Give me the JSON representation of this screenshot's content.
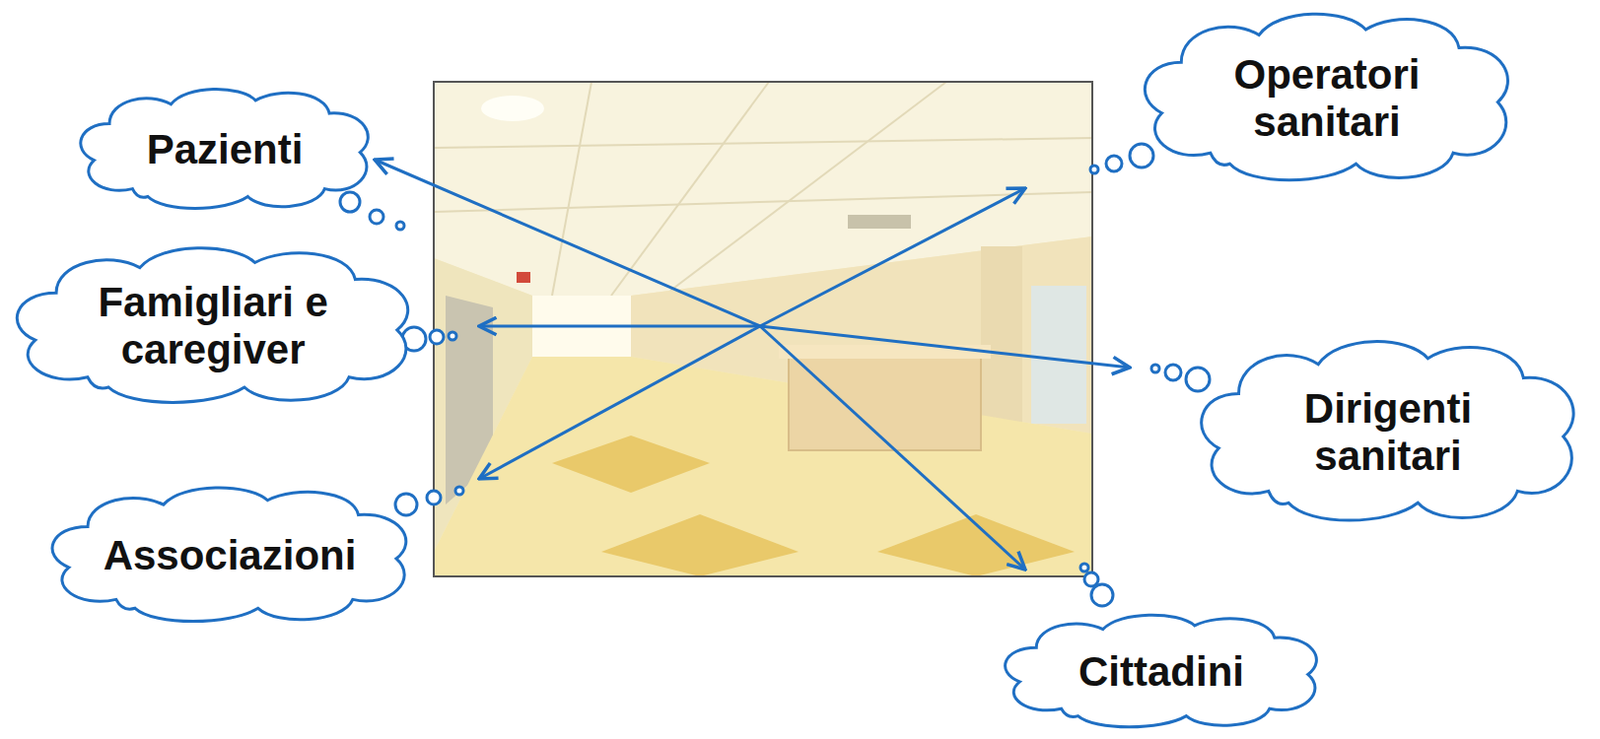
{
  "diagram": {
    "nodes": [
      {
        "text": [
          "Pazienti"
        ]
      },
      {
        "text": [
          "Operatori sanitari"
        ]
      },
      {
        "text": [
          "Famigliari e caregiver"
        ]
      },
      {
        "text": [
          "Dirigenti sanitari"
        ]
      },
      {
        "text": [
          "Associazioni"
        ]
      },
      {
        "text": [
          "Cittadini"
        ]
      }
    ]
  }
}
